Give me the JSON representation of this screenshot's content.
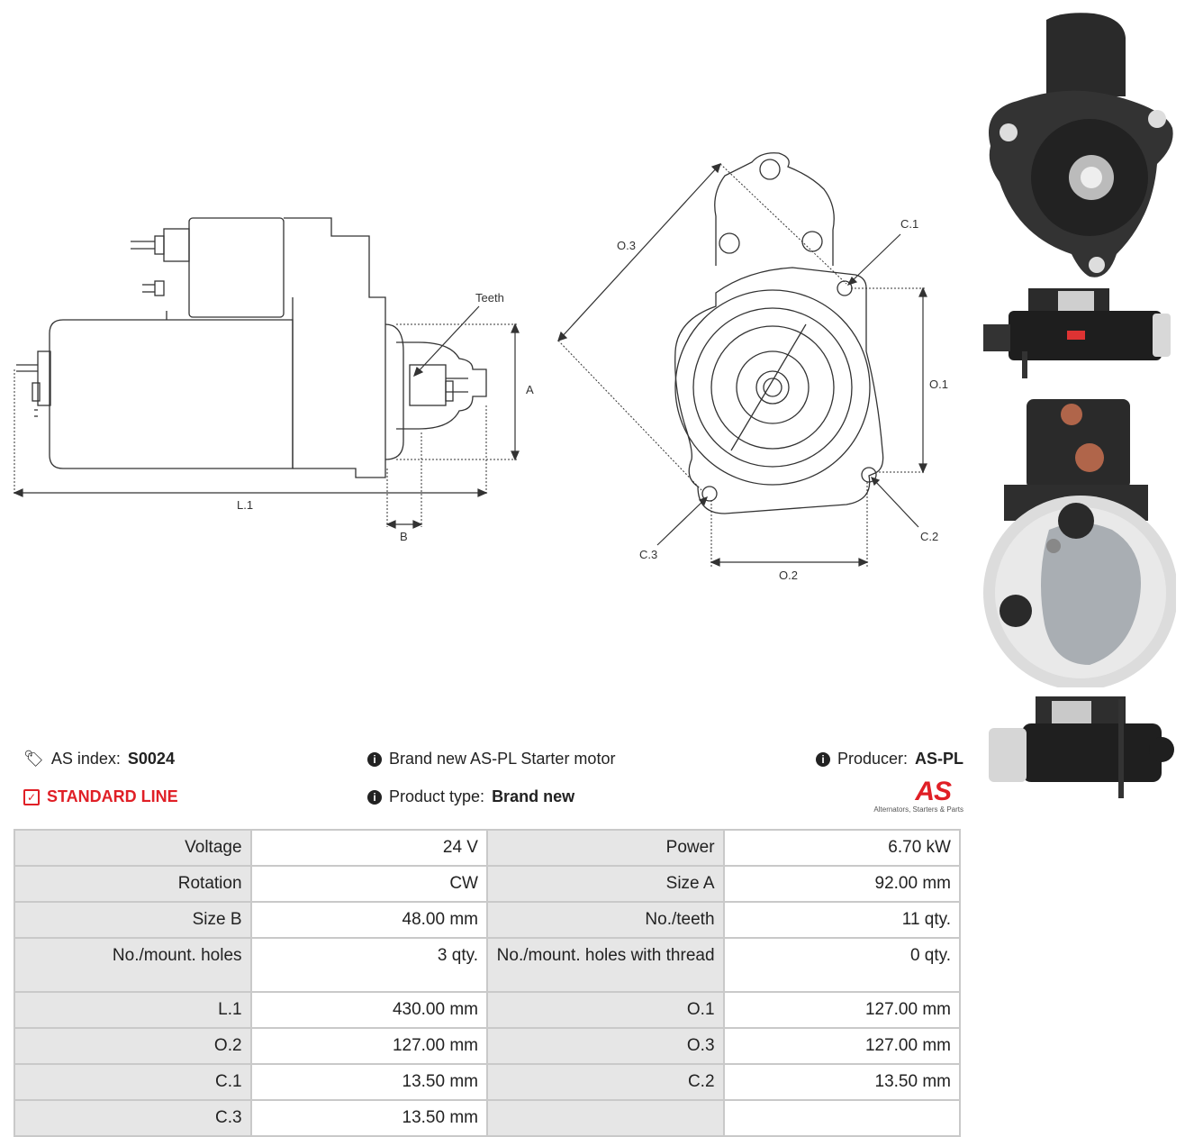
{
  "drawing": {
    "label_teeth": "Teeth",
    "label_a": "A",
    "label_b": "B",
    "label_l1": "L.1",
    "label_o1": "O.1",
    "label_o2": "O.2",
    "label_o3": "O.3",
    "label_c1": "C.1",
    "label_c2": "C.2",
    "label_c3": "C.3"
  },
  "info": {
    "as_index_label": "AS index:",
    "as_index_value": "S0024",
    "standard_line": "STANDARD LINE",
    "description": "Brand new AS-PL Starter motor",
    "product_type_label": "Product type:",
    "product_type_value": "Brand new",
    "producer_label": "Producer:",
    "producer_value": "AS-PL",
    "logo_text": "AS",
    "logo_tagline": "Alternators, Starters & Parts"
  },
  "specs": {
    "rows": [
      [
        {
          "label": "Voltage",
          "value": "24 V"
        },
        {
          "label": "Power",
          "value": "6.70 kW"
        }
      ],
      [
        {
          "label": "Rotation",
          "value": "CW"
        },
        {
          "label": "Size A",
          "value": "92.00 mm"
        }
      ],
      [
        {
          "label": "Size B",
          "value": "48.00 mm"
        },
        {
          "label": "No./teeth",
          "value": "11 qty."
        }
      ],
      [
        {
          "label": "No./mount. holes",
          "value": "3 qty."
        },
        {
          "label": "No./mount. holes with thread",
          "value": "0 qty."
        }
      ],
      [
        {
          "label": "L.1",
          "value": "430.00 mm"
        },
        {
          "label": "O.1",
          "value": "127.00 mm"
        }
      ],
      [
        {
          "label": "O.2",
          "value": "127.00 mm"
        },
        {
          "label": "O.3",
          "value": "127.00 mm"
        }
      ],
      [
        {
          "label": "C.1",
          "value": "13.50 mm"
        },
        {
          "label": "C.2",
          "value": "13.50 mm"
        }
      ],
      [
        {
          "label": "C.3",
          "value": "13.50 mm"
        },
        {
          "label": "",
          "value": ""
        }
      ]
    ]
  },
  "colors": {
    "accent_red": "#e01f26",
    "label_cell_bg": "#e6e6e6",
    "table_border": "#c9c9c9"
  }
}
